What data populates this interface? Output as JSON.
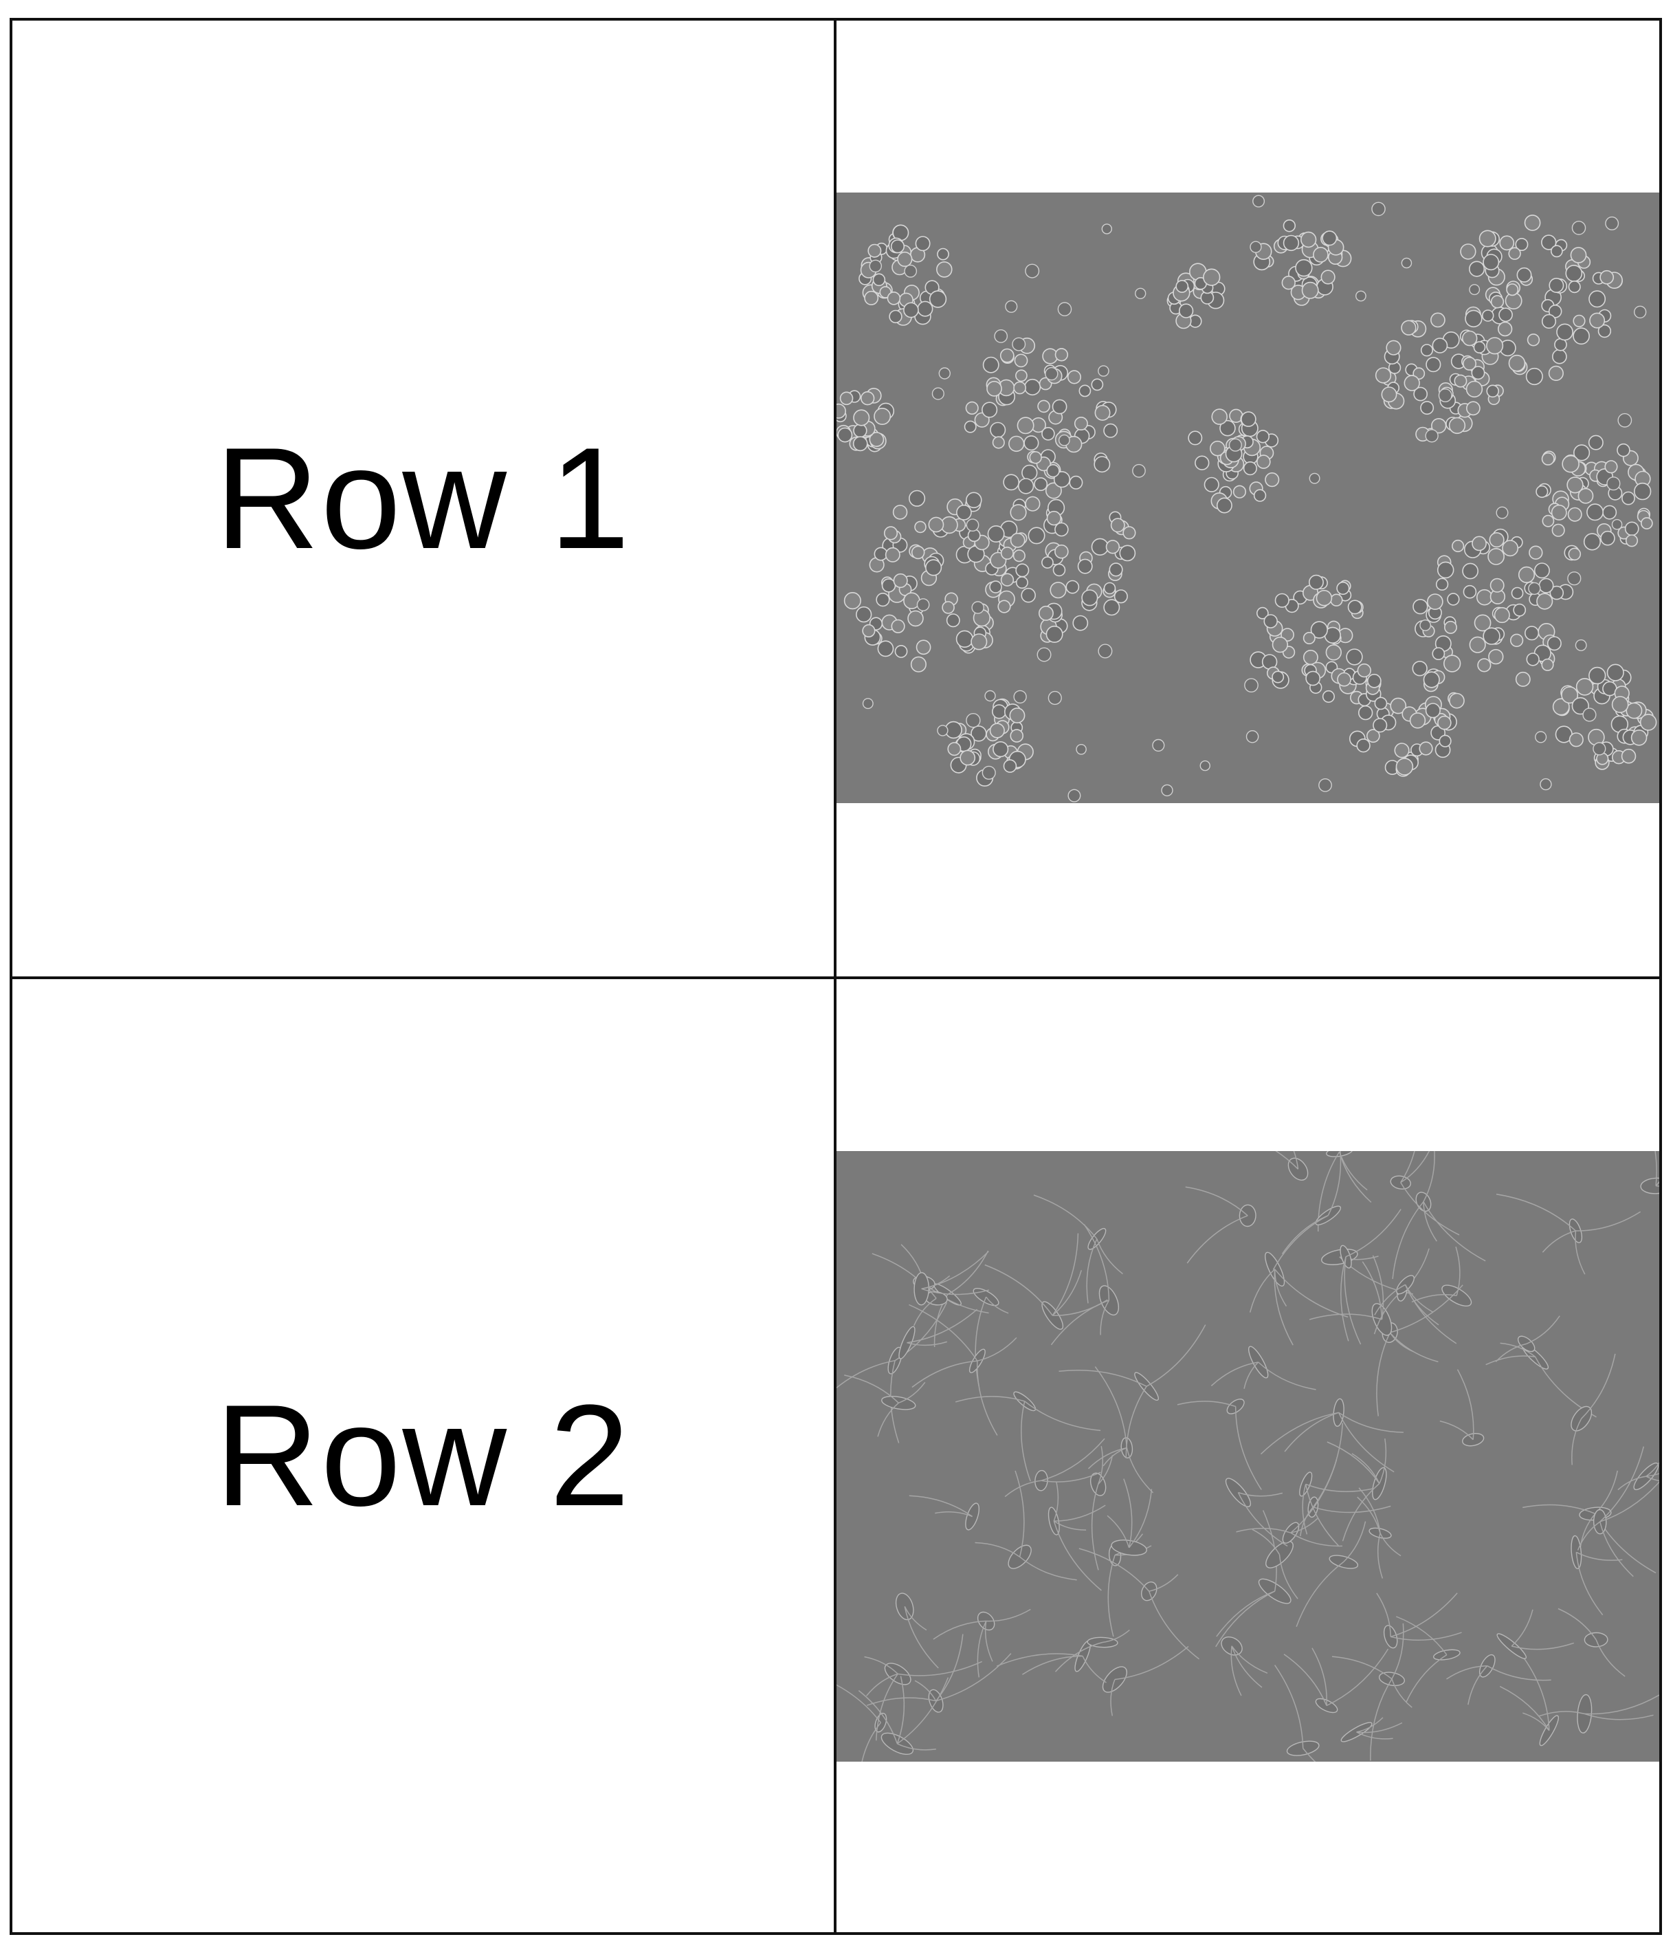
{
  "rows": [
    {
      "label": "Row 1",
      "image": "microscopy-rounded-cells"
    },
    {
      "label": "Row 2",
      "image": "microscopy-spindle-cells"
    }
  ],
  "colors": {
    "border": "#111111",
    "micrograph_background": "#7a7a7a"
  }
}
